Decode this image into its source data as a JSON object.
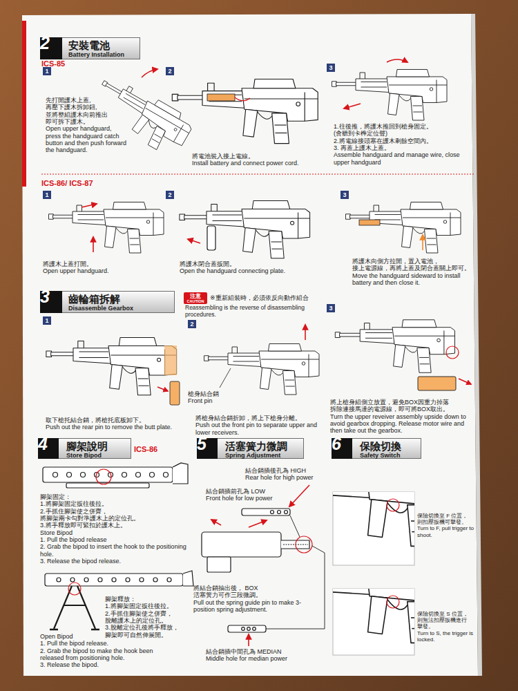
{
  "diagram": {
    "nodes": [
      {
        "text": [
          "安裝電池",
          "Battery Installation"
        ]
      },
      {
        "text": [
          "2"
        ],
        "in": 0
      },
      {
        "text": [
          "1"
        ]
      },
      {
        "text": [
          "2"
        ]
      },
      {
        "text": [
          "3"
        ]
      },
      {
        "text": [
          "1"
        ]
      },
      {
        "text": [
          "2"
        ]
      },
      {
        "text": [
          "3"
        ]
      },
      {
        "text": [
          "齒輪箱拆解",
          "Disassemble Gearbox"
        ]
      },
      {
        "text": [
          "3"
        ],
        "in": 8
      },
      {
        "text": [
          "注意",
          "CAUTION"
        ]
      },
      {
        "text": [
          "1"
        ]
      },
      {
        "text": [
          "2"
        ]
      },
      {
        "text": [
          "3"
        ]
      },
      {
        "text": [
          "腳架說明",
          "Store Bipod"
        ]
      },
      {
        "text": [
          "4"
        ],
        "in": 14
      },
      {
        "text": [
          "活塞簧力微調",
          "Spring Adjustment"
        ]
      },
      {
        "text": [
          "5"
        ],
        "in": 16
      },
      {
        "text": [
          "保險切換",
          "Safety Switch"
        ]
      },
      {
        "text": [
          "6"
        ],
        "in": 18
      }
    ],
    "labels": [
      "ICS-85",
      "先打開護木上蓋, 再壓下護木拆卸鈕, 並將整組護木向前推出 即可拆下護木。",
      "Open upper handguard, press the handguard catch button and then push forward the handguard.",
      "將電池裝入接上電線。",
      "Install battery and connect power cord.",
      "1.往後推，將護木推回到槍身固定。",
      "(會聽到卡榫定位聲)",
      "2.將電線接頭塞在護木剩餘空間內。",
      "3. 再蓋上護木上蓋。",
      "Assemble handguard and manage wire, close upper handguard",
      "ICS-86/ ICS-87",
      "將護木上蓋打開。",
      "Open upper handguard.",
      "將護木閉合蓋扳開。",
      "Open the handguard connecting plate.",
      "將護木向側方拉開，置入電池， 接上電源線，再將上蓋及閉合蓋關上即可。",
      "Move the handguard sideward to install battery and then close it.",
      "※重新組裝時，必須依反向動作組合",
      "Reassembling is the reverse of disassembling procedures.",
      "取下槍托結合銷，將槍托底板卸下。",
      "Push out the rear pin to remove the butt plate.",
      "槍身結合銷",
      "Front pin",
      "將槍身結合銷折卸，將上下槍身分離。",
      "Push out the front pin to separate upper and lower receivers.",
      "將上槍身組側立放置，避免BOX因重力掉落 拆除連接馬達的電源線，即可將BOX取出。",
      "Turn the upper reveiver assembly upside down to avoid gearbox dropping. Release motor wire and then take out the gearbox.",
      "ICS-86",
      "腳架固定：",
      "1.將腳架固定扳往後拉。",
      "2.手抓住腳架使之併齊， 將腳架兩卡勾對準護木上的定位孔。",
      "3.將手釋放即可緊扣於護木上。",
      "Store Bipod",
      "1. Pull the bipod release",
      "2. Grab the bipod to insert the hook to the positioning hole.",
      "3. Release the bipod release.",
      "腳架釋放：",
      "1.將腳架固定扳往後拉。",
      "2.手抓住腳架使之併齊， 脫離護木上的定位孔。",
      "3.脫離定位孔後將手釋放， 腳架即可自然伸展開。",
      "Open Bipod",
      "1. Pull the bipod release.",
      "2. Grab the bipod to make the hook been released from positioning hole.",
      "3. Release the bipod.",
      "結合銷插後孔為 HIGH",
      "Rear hole for high power",
      "結合銷插前孔為 LOW",
      "Front hole for low power",
      "將結合銷抽出後， BOX 活塞簧力可作三段微調。",
      "Pull out the spring guide pin to make 3-position spring adjustment.",
      "結合銷插中間孔為 MEDIAN",
      "Middle hole for median power",
      "保險切換至 F 位置， 則扣壓扳機可擊發。",
      "Turn to F, pull trigger to shoot.",
      "保險切換至 S 位置， 則無法扣壓扳機進行 擊發。",
      "Turn to S, the trigger is locked."
    ]
  }
}
